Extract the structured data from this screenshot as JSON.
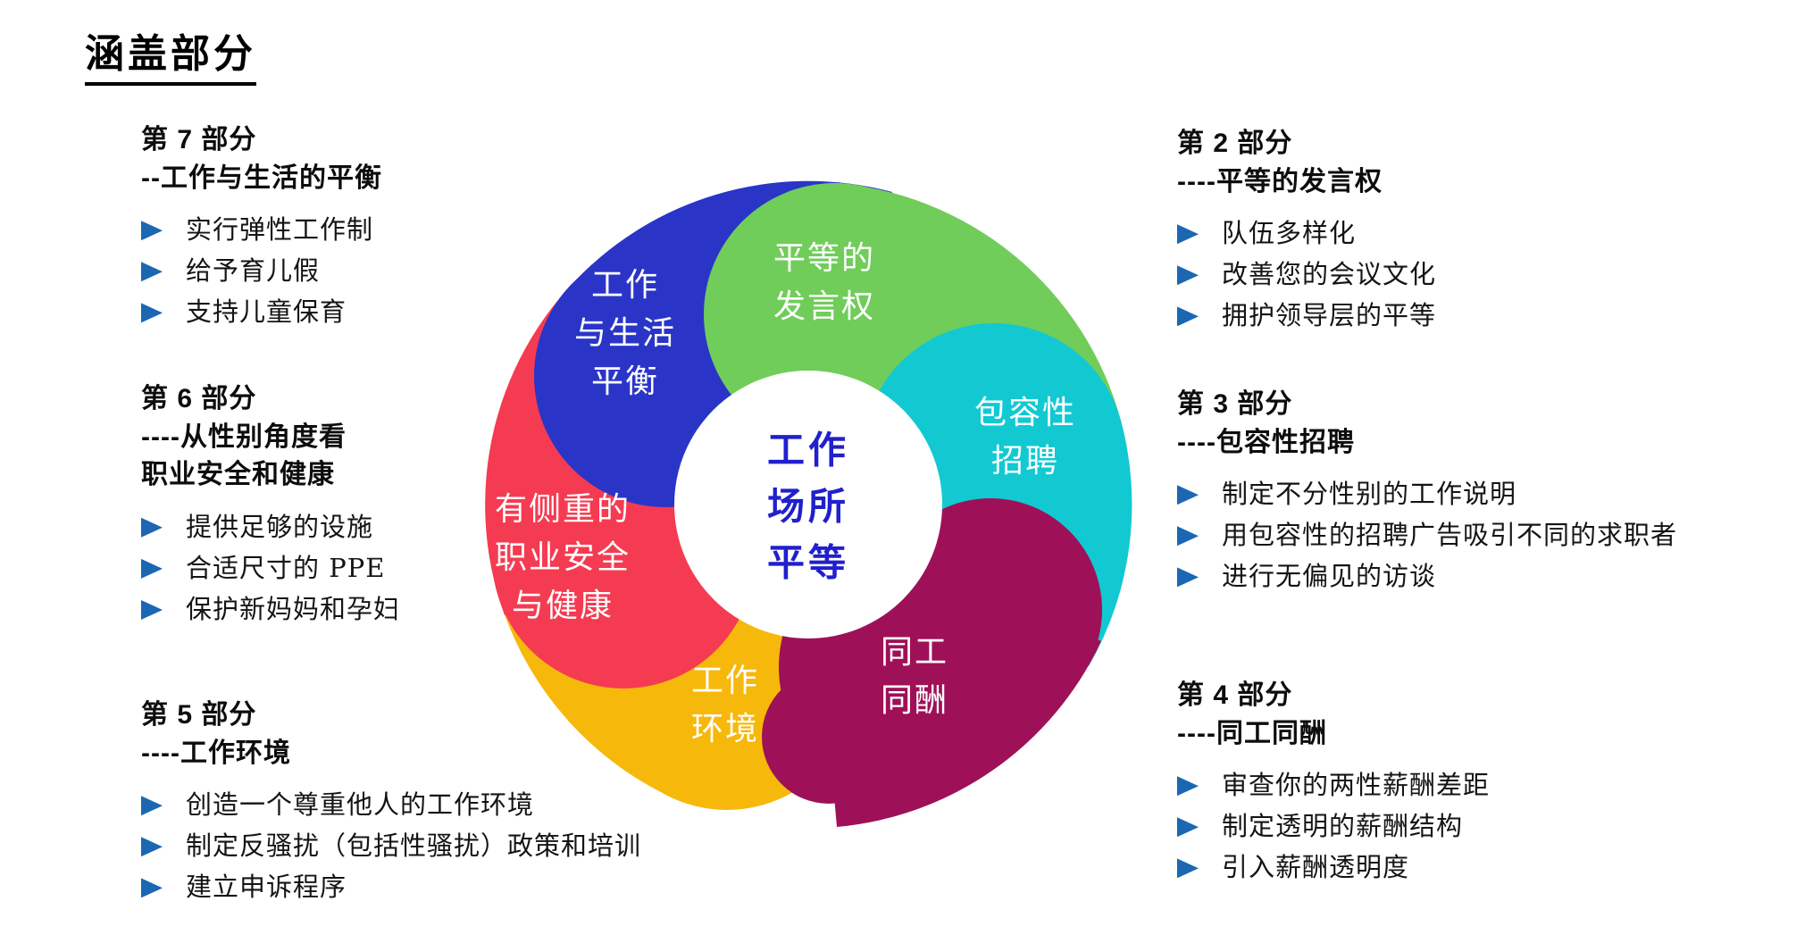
{
  "title": "涵盖部分",
  "colors": {
    "bullet_marker": "#1b67b2",
    "center_text": "#2020cc",
    "heading_text": "#0d0d0d"
  },
  "left_sections": [
    {
      "id": "7",
      "heading_lines": [
        "第 7 部分",
        "--工作与生活的平衡",
        ""
      ],
      "bullets": [
        "实行弹性工作制",
        "给予育儿假",
        "支持儿童保育"
      ]
    },
    {
      "id": "6",
      "heading_lines": [
        "第 6 部分",
        "----从性别角度看",
        "职业安全和健康"
      ],
      "bullets": [
        "提供足够的设施",
        "合适尺寸的 PPE",
        "保护新妈妈和孕妇"
      ]
    },
    {
      "id": "5",
      "heading_lines": [
        "第 5 部分",
        "----工作环境",
        ""
      ],
      "bullets": [
        "创造一个尊重他人的工作环境",
        "制定反骚扰（包括性骚扰）政策和培训",
        "建立申诉程序"
      ]
    }
  ],
  "right_sections": [
    {
      "id": "2",
      "heading_lines": [
        "第 2 部分",
        "----平等的发言权",
        ""
      ],
      "bullets": [
        "队伍多样化",
        "改善您的会议文化",
        "拥护领导层的平等"
      ]
    },
    {
      "id": "3",
      "heading_lines": [
        "第 3 部分",
        "----包容性招聘",
        ""
      ],
      "bullets": [
        "制定不分性别的工作说明",
        "用包容性的招聘广告吸引不同的求职者",
        "进行无偏见的访谈"
      ]
    },
    {
      "id": "4",
      "heading_lines": [
        "第 4 部分",
        "----同工同酬",
        ""
      ],
      "bullets": [
        "审查你的两性薪酬差距",
        "制定透明的薪酬结构",
        "引入薪酬透明度"
      ]
    }
  ],
  "diagram": {
    "center_label": "工作\n场所\n平等",
    "segments": [
      {
        "name": "work-life-balance",
        "label": "工作\n与生活\n平衡",
        "color": "#2a35c8"
      },
      {
        "name": "equal-voice",
        "label": "平等的\n发言权",
        "color": "#70cd5a"
      },
      {
        "name": "inclusive-recruitment",
        "label": "包容性\n招聘",
        "color": "#12c9d2"
      },
      {
        "name": "equal-pay",
        "label": "同工\n同酬",
        "color": "#9e1158"
      },
      {
        "name": "work-environment",
        "label": "工作\n环境",
        "color": "#f7b80c"
      },
      {
        "name": "focused-osh",
        "label": "有侧重的\n职业安全\n与健康",
        "color": "#f53b52"
      }
    ]
  }
}
